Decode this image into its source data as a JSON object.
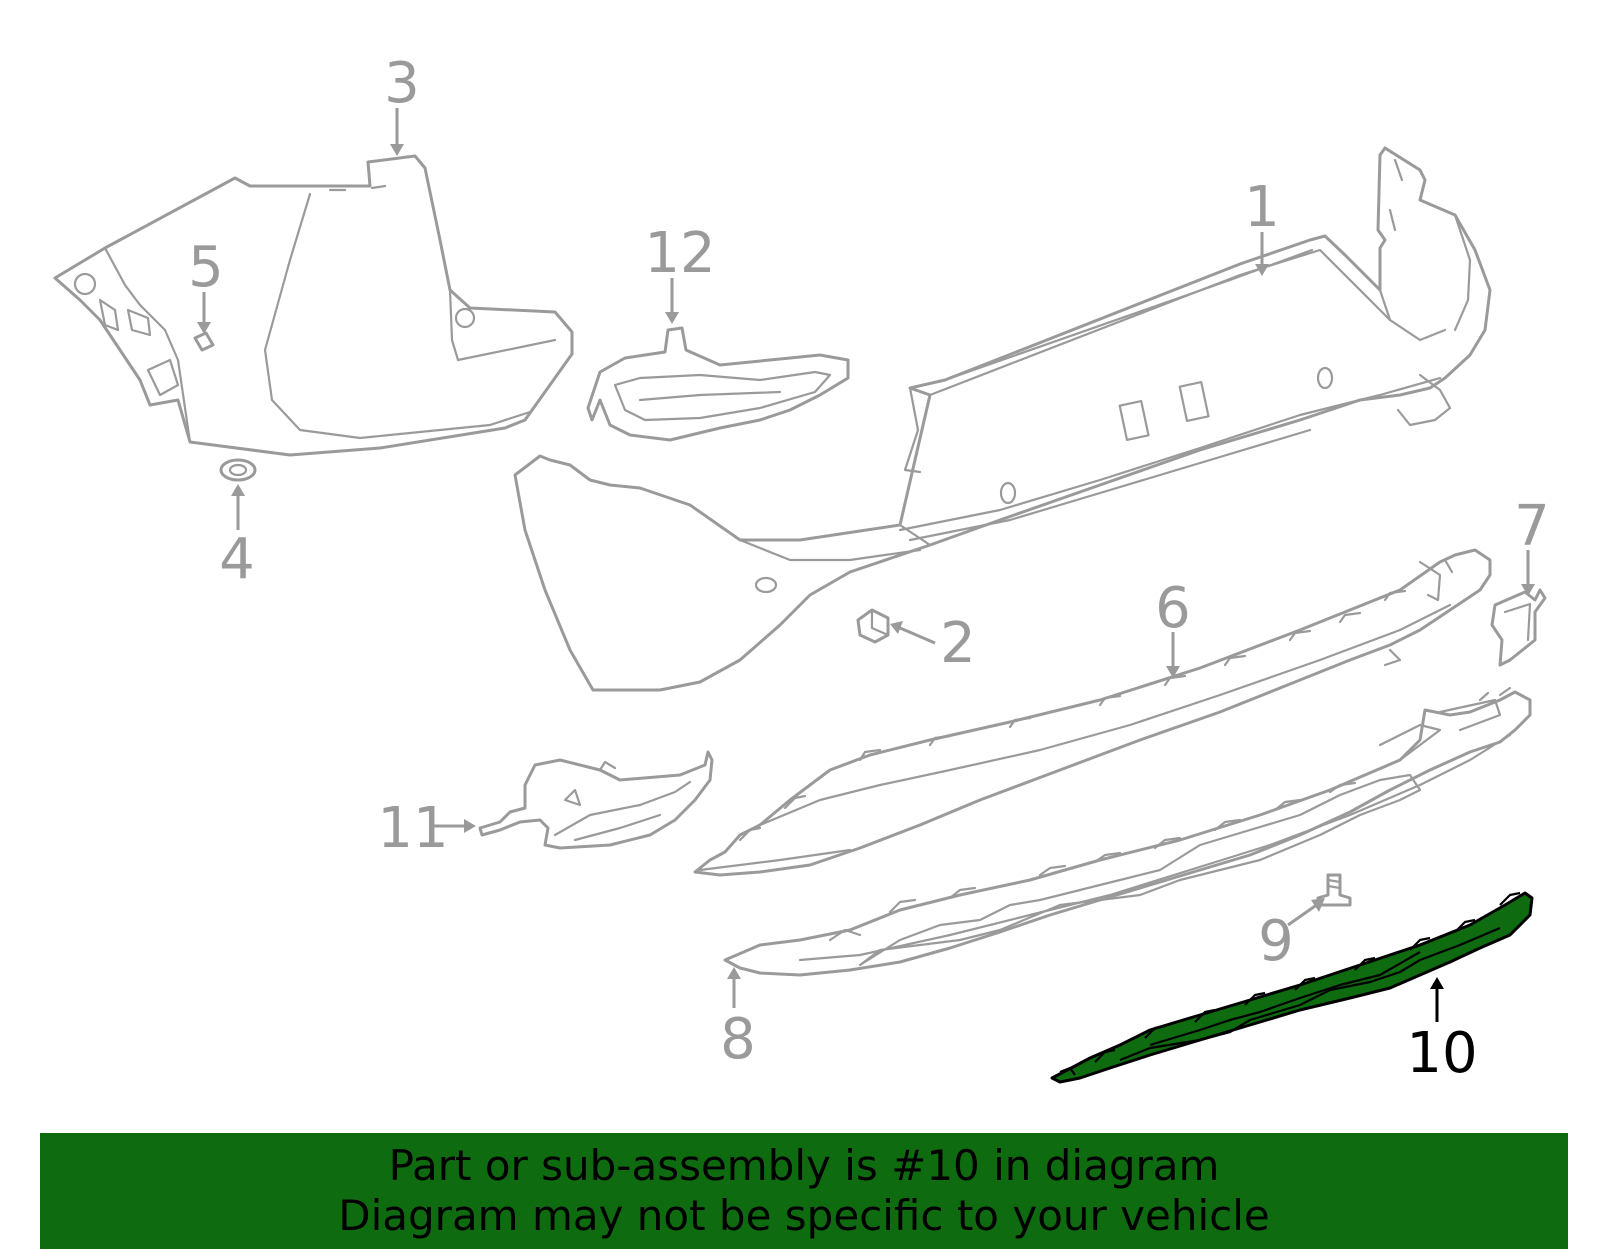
{
  "colors": {
    "highlight_fill": "#0f6b0f",
    "part_stroke": "#9a9a9a",
    "highlight_stroke": "#000000",
    "banner_bg": "#0f6b0f"
  },
  "callouts": {
    "c1": "1",
    "c2": "2",
    "c3": "3",
    "c4": "4",
    "c5": "5",
    "c6": "6",
    "c7": "7",
    "c8": "8",
    "c9": "9",
    "c10": "10",
    "c11": "11",
    "c12": "12"
  },
  "highlighted_part": "10",
  "banner": {
    "line1": "Part or sub-assembly is #10 in diagram",
    "line2": "Diagram may not be specific to your vehicle"
  }
}
